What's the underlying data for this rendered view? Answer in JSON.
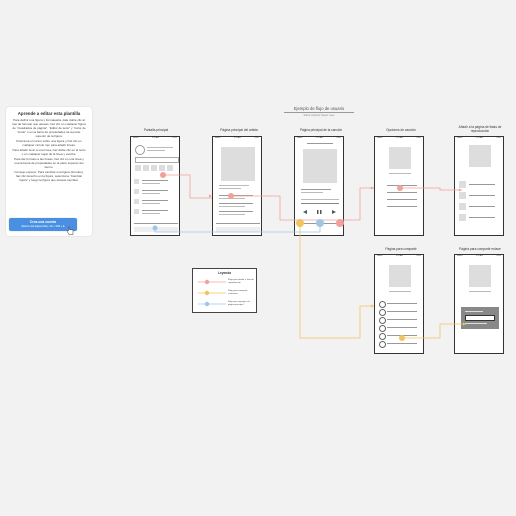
{
  "diagram": {
    "title": "Ejemplo de flujo de usuario",
    "subtitle": "Sobre Imprimir Hacer nuev"
  },
  "instructions": {
    "heading": "Aprende a editar esta plantilla",
    "p1": "Para definir una figura y formatearla, dale doble clic al tipo de formato que deseas, haz clic en cualquier figura de “Cuadrados de página”, “Editor de texto” y “Color de fondo” o en la barra de propiedades de la parte superior de la figura.",
    "p2": "Posiciona el cursor sobre una figura y haz clic en cualquier círculo rojo para añadir líneas.",
    "p3": "Para añadir texto a una línea, haz doble clic en el texto o en cualquier lugar de la línea y escribe.",
    "p4": "Para dar formato a las líneas, haz clic en una línea y usa la barra de propiedades en la parte superior del lienzo.",
    "p5": "Consejo experto: Para cambiar una figura (formato), haz clic derecho en la figura, selecciona “Cambiar figura” y luego la figura que deseas cambiar.",
    "button_line1": "Crea una cuenta",
    "button_line2": "(Marca esta página Mac) • Alt + Shift + E"
  },
  "screens": {
    "main": "Pantalla principal",
    "artist": "Página principal del artista",
    "song": "Página principal de la canción",
    "options": "Opciones de canción",
    "add": "Añadir a la página de listas de reproducción",
    "share": "Página para compartir",
    "share_link": "Página para compartir enlace"
  },
  "legend": {
    "title": "Leyenda",
    "items": [
      {
        "label": "Flujo para añadir a lista de reproducción",
        "color": "#f4a099"
      },
      {
        "label": "Flujo para compartir canciones",
        "color": "#f6c25a"
      },
      {
        "label": "Flujo para agregar a la página principal",
        "color": "#9cc7ea"
      }
    ]
  },
  "colors": {
    "red_flow": "#f4a099",
    "yellow_flow": "#f6c25a",
    "blue_flow": "#9cc7ea",
    "button": "#4a90e2"
  },
  "status_bar": {
    "carrier": "Sketch",
    "time": "9:41 AM",
    "battery": "100%"
  }
}
